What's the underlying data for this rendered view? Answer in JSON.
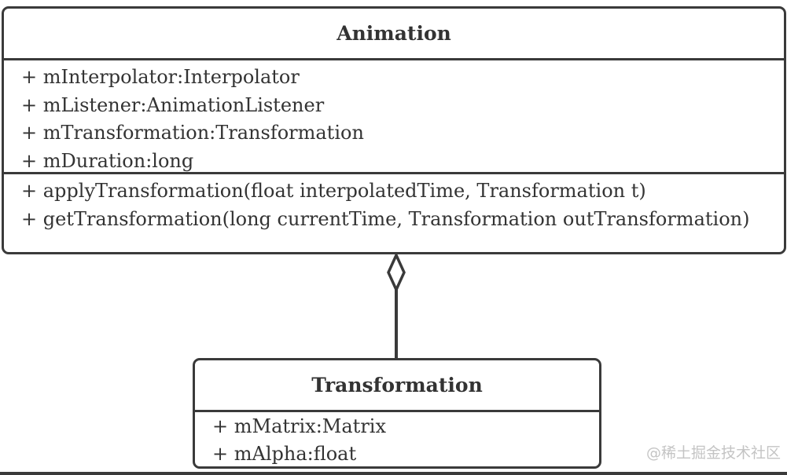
{
  "diagram": {
    "classes": [
      {
        "name": "Animation",
        "attributes": [
          "+ mInterpolator:Interpolator",
          "+ mListener:AnimationListener",
          "+ mTransformation:Transformation",
          "+ mDuration:long"
        ],
        "methods": [
          "+ applyTransformation(float interpolatedTime, Transformation t)",
          "+ getTransformation(long currentTime, Transformation outTransformation)"
        ]
      },
      {
        "name": "Transformation",
        "attributes": [
          "+ mMatrix:Matrix",
          "+ mAlpha:float"
        ]
      }
    ],
    "relationships": [
      {
        "type": "aggregation",
        "whole": "Animation",
        "part": "Transformation"
      }
    ],
    "colors": {
      "stroke": "#3a3a3a",
      "text": "#333333",
      "watermark": "#c4c4c4"
    }
  },
  "watermark": "@稀土掘金技术社区"
}
